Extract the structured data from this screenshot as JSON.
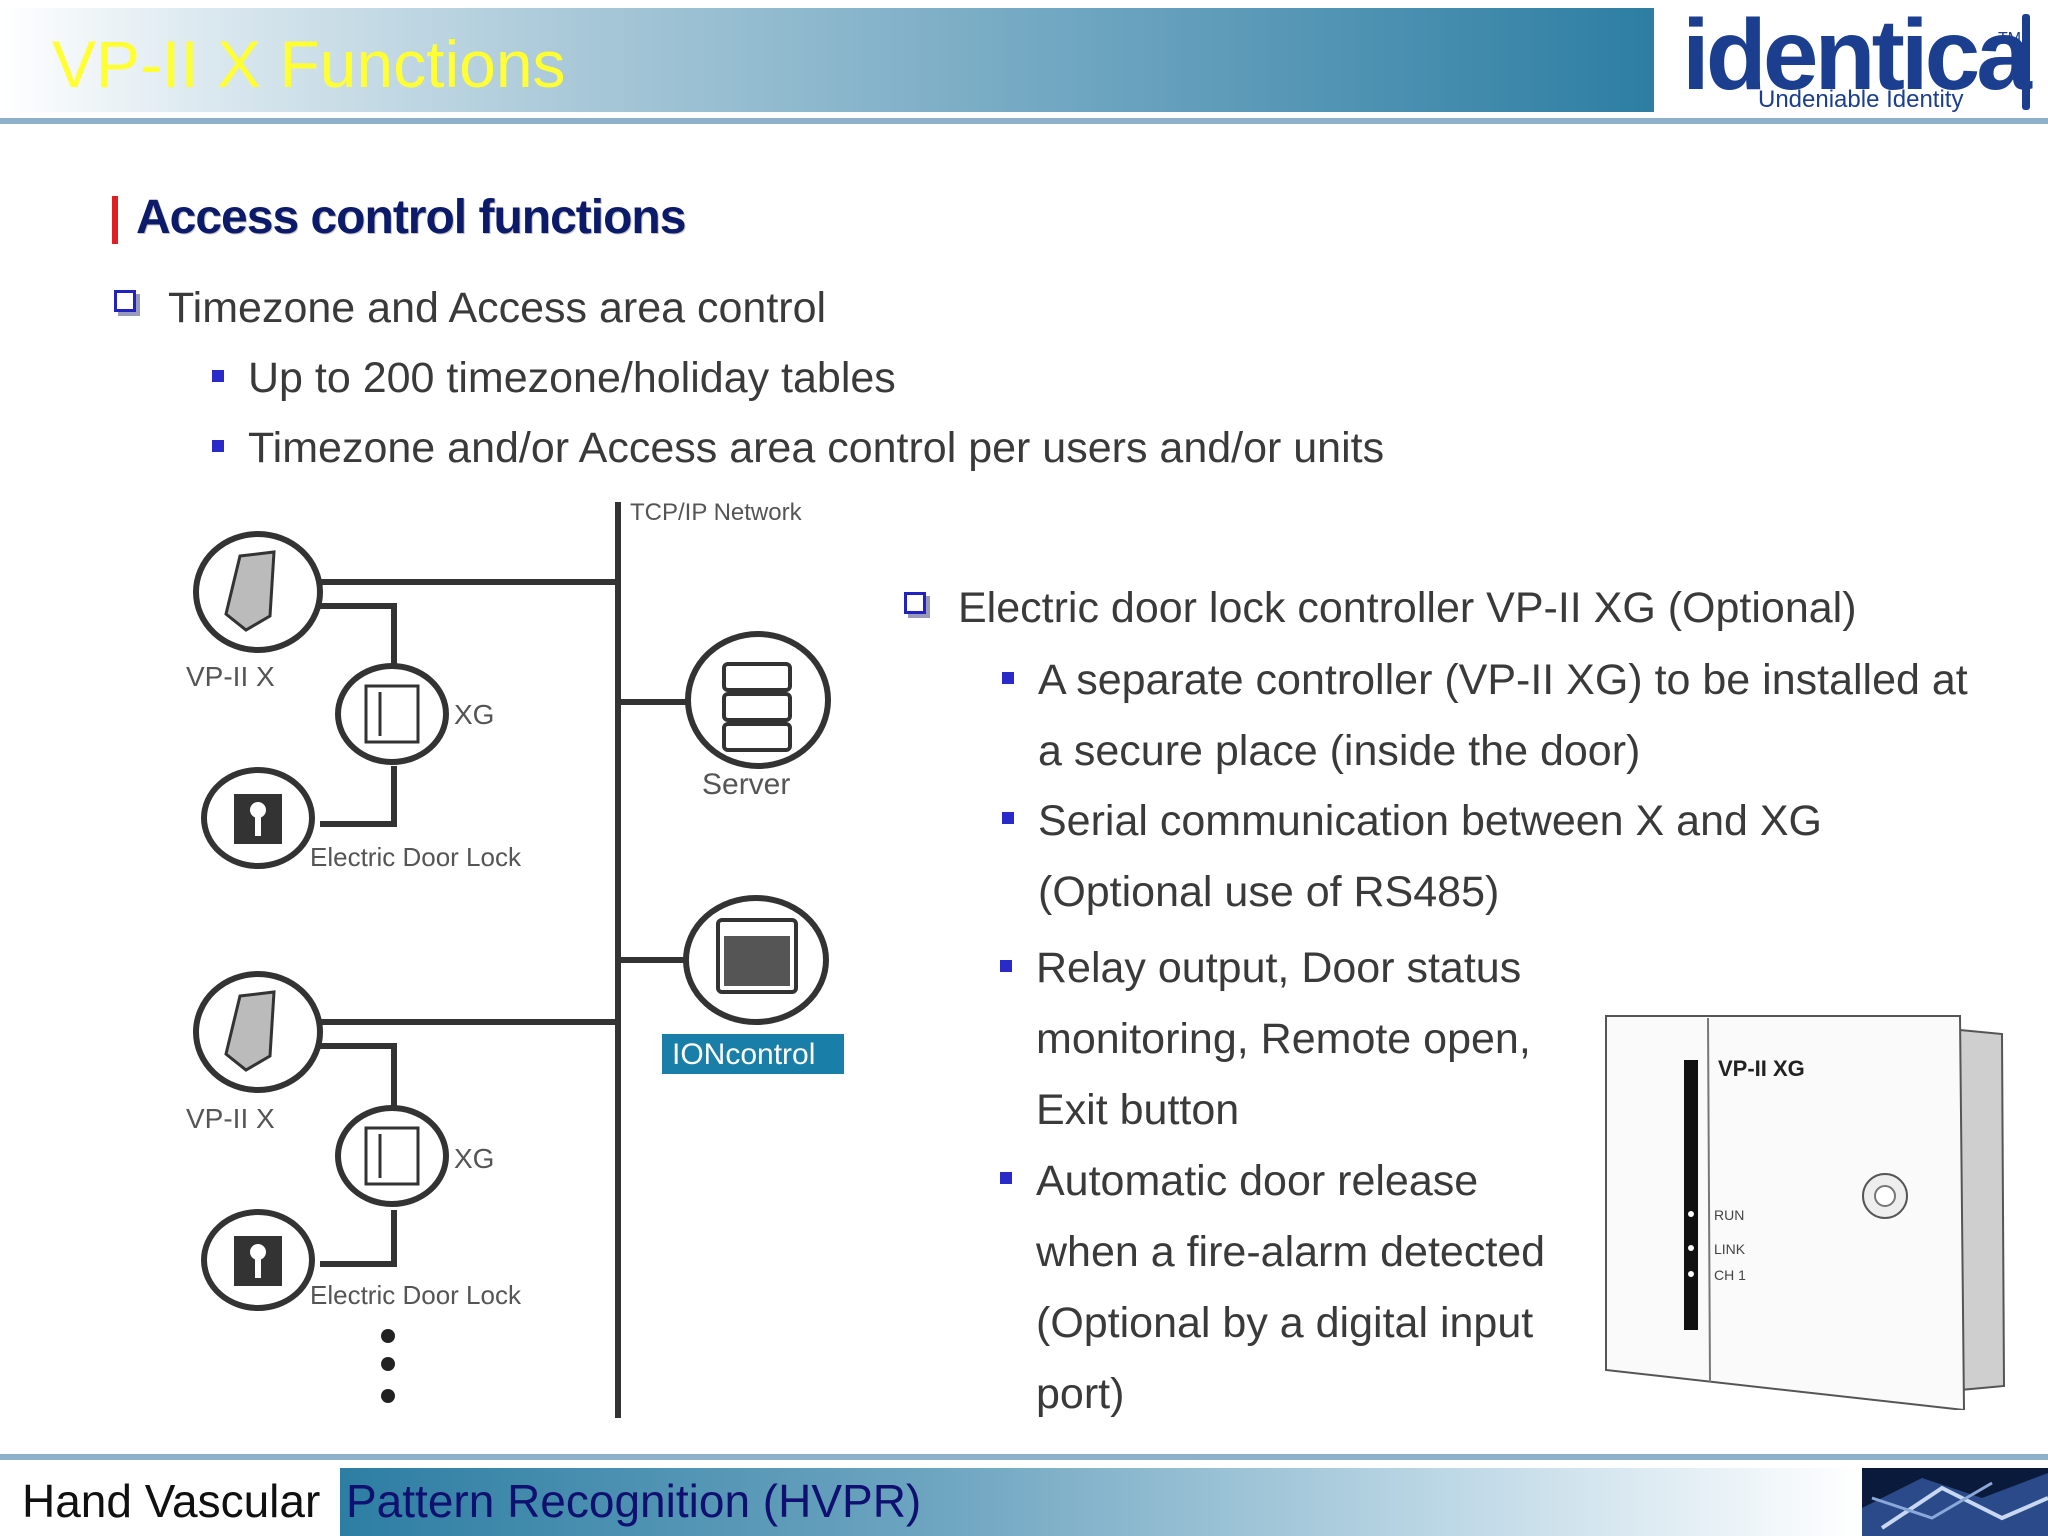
{
  "header": {
    "title": "VP-II X Functions",
    "logo": {
      "wordmark": "identica",
      "trademark": "TM",
      "tagline": "Undeniable Identity"
    }
  },
  "section": {
    "heading": "Access control functions",
    "bullets": [
      {
        "text": "Timezone and Access area control",
        "sub": [
          "Up to 200 timezone/holiday tables",
          "Timezone and/or Access area control per users and/or units"
        ]
      }
    ]
  },
  "diagram": {
    "network_label": "TCP/IP Network",
    "groups": [
      {
        "reader": "VP-II X",
        "controller": "XG",
        "lock": "Electric Door Lock"
      },
      {
        "reader": "VP-II X",
        "controller": "XG",
        "lock": "Electric Door Lock"
      }
    ],
    "server_label": "Server",
    "control_label": "IONcontrol"
  },
  "right_block": {
    "heading": "Electric door lock controller VP-II XG (Optional)",
    "items": [
      {
        "lines": [
          "A separate controller (VP-II XG) to be installed at",
          "a secure place (inside the door)"
        ]
      },
      {
        "lines": [
          "Serial communication between X and XG",
          "(Optional use of RS485)"
        ]
      },
      {
        "lines": [
          "Relay output, Door status",
          "monitoring, Remote open,",
          "Exit button"
        ]
      },
      {
        "lines": [
          "Automatic door release",
          "when a fire-alarm detected",
          "(Optional by a digital input",
          "port)"
        ]
      }
    ]
  },
  "device": {
    "brand": "VP-II XG",
    "leds": [
      "RUN",
      "LINK",
      "CH 1"
    ]
  },
  "footer": {
    "left": "Hand Vascular",
    "right": "Pattern Recognition (HVPR)"
  },
  "colors": {
    "title": "#ffff33",
    "heading": "#0c1a6a",
    "accent_bar": "#e02020",
    "bullet": "#2a2ac8",
    "logo": "#1b3e8f",
    "control_badge": "#1a7fa8"
  }
}
